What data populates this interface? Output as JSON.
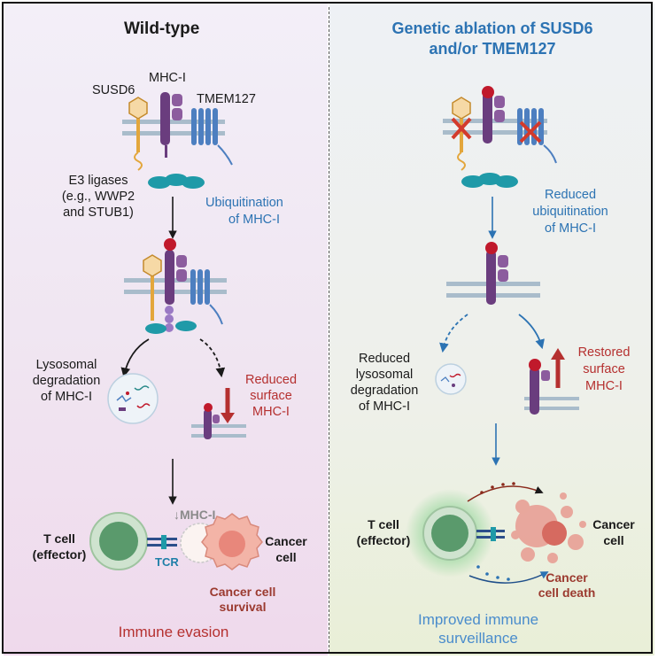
{
  "left": {
    "title": "Wild-type",
    "label_susd6": "SUSD6",
    "label_mhc": "MHC-I",
    "label_tmem": "TMEM127",
    "e3_line1": "E3 ligases",
    "e3_line2": "(e.g., WWP2",
    "e3_line3": "and STUB1)",
    "ubiq_line1": "Ubiquitination",
    "ubiq_line2": "of MHC-I",
    "lyso_line1": "Lysosomal",
    "lyso_line2": "degradation",
    "lyso_line3": "of MHC-I",
    "reduced_line1": "Reduced",
    "reduced_line2": "surface",
    "reduced_line3": "MHC-I",
    "down_mhc": "↓MHC-I",
    "tcell_line1": "T cell",
    "tcell_line2": "(effector)",
    "tcr": "TCR",
    "cancer_line1": "Cancer",
    "cancer_line2": "cell",
    "survival_line1": "Cancer cell",
    "survival_line2": "survival",
    "outcome": "Immune evasion"
  },
  "right": {
    "title_line1": "Genetic ablation of SUSD6",
    "title_line2": "and/or TMEM127",
    "red_ubiq_line1": "Reduced",
    "red_ubiq_line2": "ubiquitination",
    "red_ubiq_line3": "of MHC-I",
    "red_lyso_line1": "Reduced",
    "red_lyso_line2": "lysosomal",
    "red_lyso_line3": "degradation",
    "red_lyso_line4": "of MHC-I",
    "restored_line1": "Restored",
    "restored_line2": "surface",
    "restored_line3": "MHC-I",
    "tcell_line1": "T cell",
    "tcell_line2": "(effector)",
    "cancer_line1": "Cancer",
    "cancer_line2": "cell",
    "death_line1": "Cancer",
    "death_line2": "cell death",
    "outcome_line1": "Improved immune",
    "outcome_line2": "surveillance"
  },
  "colors": {
    "blue": "#2c73b3",
    "red": "#b5302f",
    "mhc_purple": "#6a3d7e",
    "heme_red": "#c0192b",
    "tmem_blue": "#4d7fc0",
    "susd6_orange": "#e3a63c",
    "e3_teal": "#1f9aa8",
    "tcell_green": "#5a9a6c",
    "cancer_pink": "#e08a80"
  }
}
